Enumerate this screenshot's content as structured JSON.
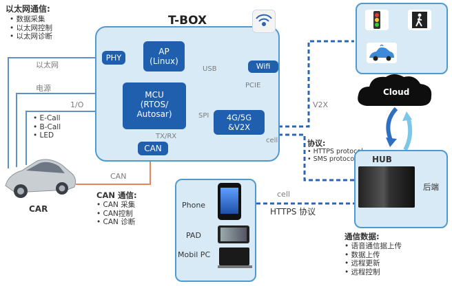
{
  "ethernet_comm": {
    "title": "以太网通信:",
    "items": [
      "数据采集",
      "以太网控制",
      "以太网诊断"
    ]
  },
  "tbox": {
    "title": "T-BOX",
    "phy": "PHY",
    "ap": {
      "line1": "AP",
      "line2": "(Linux)"
    },
    "mcu": {
      "line1": "MCU",
      "line2": "(RTOS/",
      "line3": "Autosar)"
    },
    "can": "CAN",
    "wifi": "Wifi",
    "modem": {
      "line1": "4G/5G",
      "line2": "&V2X"
    },
    "usb_label": "USB",
    "pcie_label": "PCIE",
    "spi_label": "SPI",
    "txrx_label": "TX/RX",
    "cell_label": "cell"
  },
  "left_labels": {
    "ethernet": "以太网",
    "power": "电源",
    "io": "1/O",
    "io_items": [
      "E-Call",
      "B-Call",
      "LED"
    ],
    "can": "CAN",
    "car": "CAR"
  },
  "can_comm": {
    "title": "CAN 通信:",
    "items": [
      "CAN 采集",
      "CAN控制",
      "CAN 诊断"
    ]
  },
  "cloud": {
    "label": "Cloud"
  },
  "v2x_label": "V2X",
  "protocol": {
    "title": "协议:",
    "items": [
      "HTTPS protocol",
      "SMS protocol"
    ]
  },
  "hub": {
    "label": "HUB",
    "backend": "后端"
  },
  "clients": {
    "cell_label": "cell",
    "https_label": "HTTPS 协议",
    "phone": "Phone",
    "pad": "PAD",
    "pc": "Mobil PC"
  },
  "comm_data": {
    "title": "通信数据:",
    "items": [
      "语音通信据上传",
      "数据上传",
      "远程更新",
      "远程控制"
    ]
  },
  "colors": {
    "panel_fill": "#d8eaf6",
    "panel_border": "#4e9ad0",
    "chip": "#1f5fad",
    "orange_line": "#e9845a",
    "blue_line": "#5f8fc9",
    "dashed": "#2b64b2"
  }
}
